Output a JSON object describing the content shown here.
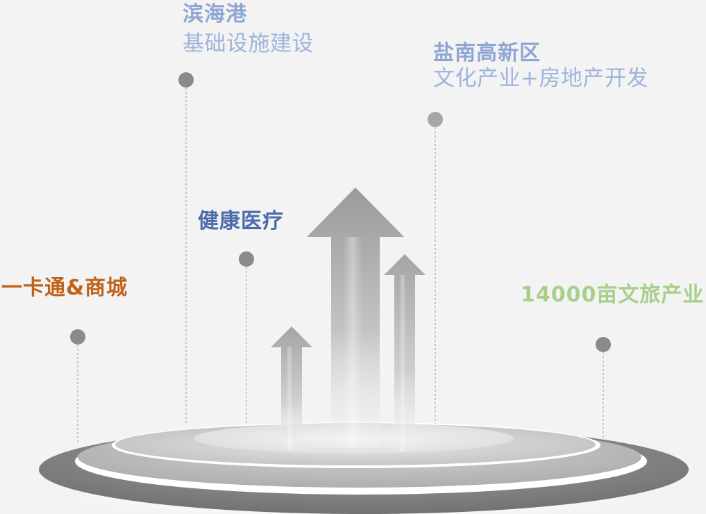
{
  "labels": {
    "binhaigang": {
      "title": "滨海港",
      "subtitle": "基础设施建设"
    },
    "yannan": {
      "title": "盐南高新区",
      "subtitle": "文化产业+房地产开发"
    },
    "health": {
      "title": "健康医疗"
    },
    "card": {
      "title": "一卡通&商城"
    },
    "tourism": {
      "title": "14000亩文旅产业"
    }
  },
  "colors": {
    "background": "#f3f3f3",
    "title_lightblue": "#8ea6d3",
    "subtitle_lightblue": "#9fb4dc",
    "title_darkblue": "#4d6aaa",
    "title_orange": "#c0631a",
    "title_green": "#a8cf8a",
    "pin_dot": "#8a8a8a",
    "pin_dot_light": "#a6a6a6",
    "platform_dark": "#7a7a7a",
    "platform_mid": "#b3b3b3",
    "platform_light": "#d9d9d9",
    "arrow": "#9c9c9c"
  },
  "icons": {
    "growth_arrows": "up-arrow-icon",
    "platform": "stage-platform"
  }
}
